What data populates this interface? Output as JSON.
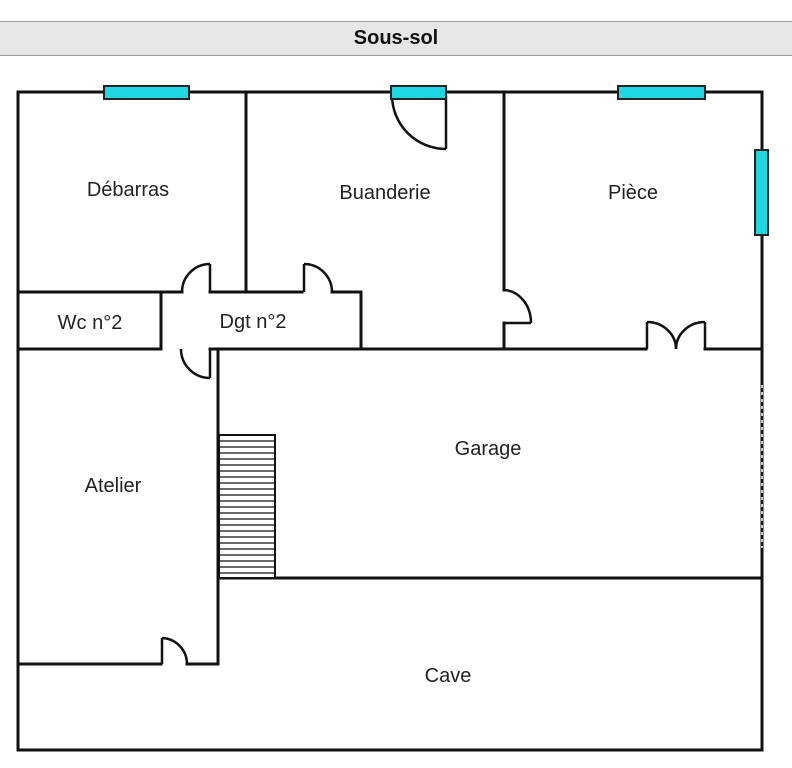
{
  "title": "Sous-sol",
  "rooms": {
    "debarras": "Débarras",
    "buanderie": "Buanderie",
    "piece": "Pièce",
    "wc": "Wc n°2",
    "dgt": "Dgt n°2",
    "atelier": "Atelier",
    "garage": "Garage",
    "cave": "Cave"
  },
  "colors": {
    "window": "#1fd7e3",
    "wall": "#111111",
    "header_bg": "#e6e6e6"
  }
}
